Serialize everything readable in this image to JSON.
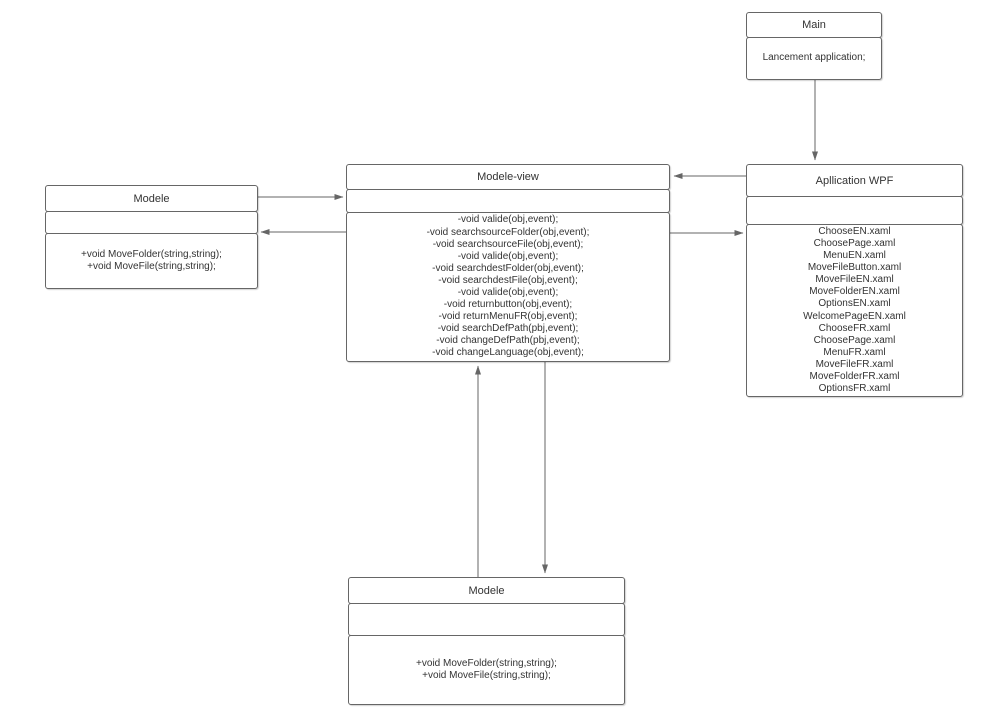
{
  "colors": {
    "border": "#666666",
    "text": "#333333",
    "arrow": "#666666",
    "background": "#ffffff"
  },
  "boxes": {
    "main": {
      "title": "Main",
      "lines": [
        "Lancement application;"
      ]
    },
    "application_wpf": {
      "title": "Apllication WPF",
      "lines": [
        "ChooseEN.xaml",
        "ChoosePage.xaml",
        "MenuEN.xaml",
        "MoveFileButton.xaml",
        "MoveFileEN.xaml",
        "MoveFolderEN.xaml",
        "OptionsEN.xaml",
        "WelcomePageEN.xaml",
        "ChooseFR.xaml",
        "ChoosePage.xaml",
        "MenuFR.xaml",
        "MoveFileFR.xaml",
        "MoveFolderFR.xaml",
        "OptionsFR.xaml"
      ]
    },
    "modele_view": {
      "title": "Modele-view",
      "lines": [
        "-void valide(obj,event);",
        "-void searchsourceFolder(obj,event);",
        "-void searchsourceFile(obj,event);",
        "-void valide(obj,event);",
        "-void searchdestFolder(obj,event);",
        "-void searchdestFile(obj,event);",
        "-void valide(obj,event);",
        "-void returnbutton(obj,event);",
        "-void returnMenuFR(obj,event);",
        "-void searchDefPath(pbj,event);",
        "-void changeDefPath(pbj,event);",
        "-void changeLanguage(obj,event);"
      ]
    },
    "modele_left": {
      "title": "Modele",
      "lines": [
        "+void MoveFolder(string,string);",
        "+void MoveFile(string,string);"
      ]
    },
    "modele_bottom": {
      "title": "Modele",
      "lines": [
        "+void MoveFolder(string,string);",
        "+void MoveFile(string,string);"
      ]
    }
  }
}
